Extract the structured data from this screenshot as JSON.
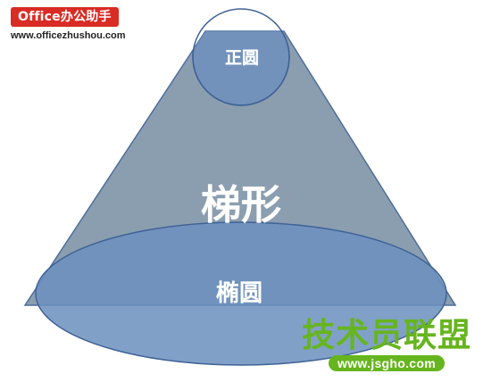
{
  "brand": {
    "badge_text": "Office办公助手",
    "url_text": "www.officezhushou.com",
    "badge_color": "#d92c24"
  },
  "diagram": {
    "labels": {
      "circle": "正圆",
      "trapezoid": "梯形",
      "ellipse": "椭圆"
    },
    "colors": {
      "trapezoid_fill": "#8b9eb0",
      "trapezoid_stroke": "#4e6e9c",
      "circle_fill": "#6d8fbe",
      "circle_stroke": "#3f6396",
      "ellipse_fill": "#6b8fbe",
      "ellipse_stroke": "#3f6396",
      "text": "#ffffff"
    }
  },
  "watermark": {
    "title": "技术员联盟",
    "url": "www.jsgho.com",
    "color": "#66b51e"
  }
}
